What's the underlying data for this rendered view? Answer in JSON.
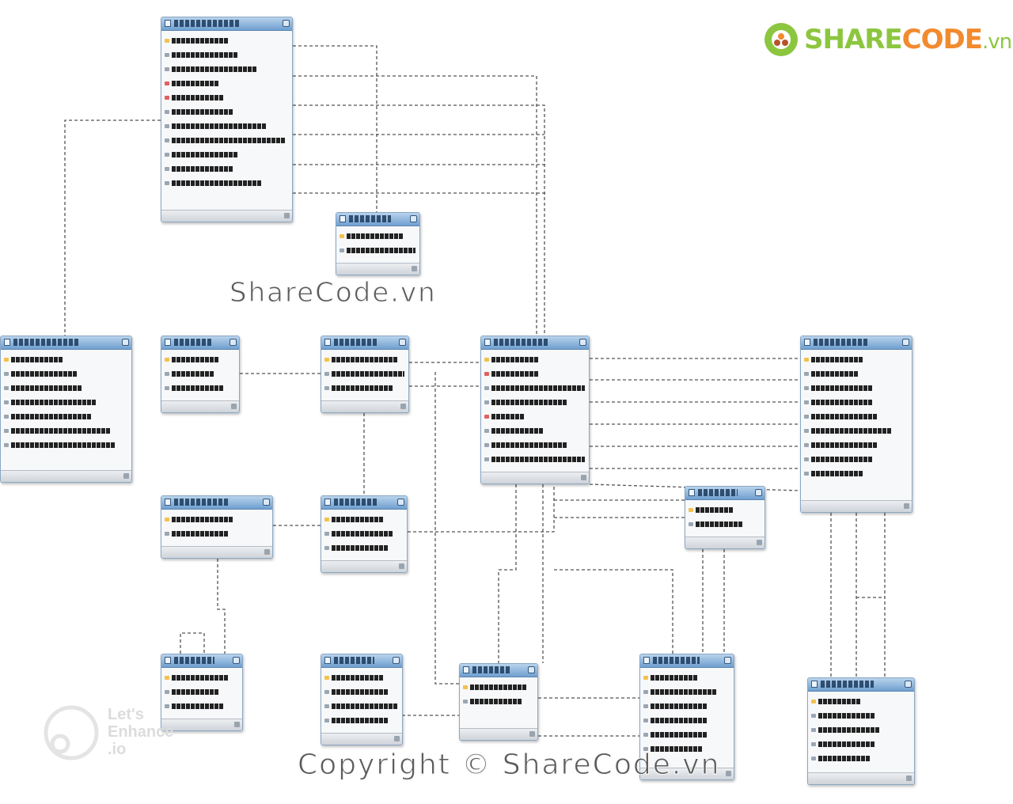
{
  "watermarks": {
    "middle": "ShareCode.vn",
    "copyright": "Copyright © ShareCode.vn",
    "logo_prefix": "SHARE",
    "logo_mid": "CODE",
    "logo_suffix": ".vn",
    "enhance": "Let's\nEnhance\n.io"
  },
  "colors": {
    "header_top": "#b9d3ec",
    "header_bottom": "#6f9fcf",
    "table_border": "#8aa7c4",
    "connector": "#555555",
    "logo_green": "#8cc63f",
    "logo_orange": "#f28a2e"
  },
  "icons": [
    "table-icon",
    "table-close-icon",
    "primary-key-icon",
    "foreign-key-icon",
    "column-icon",
    "logo-icon"
  ],
  "tables": [
    {
      "id": "t1",
      "rows": [
        [
          "pk",
          12
        ],
        [
          "col",
          14
        ],
        [
          "col",
          18
        ],
        [
          "fk",
          10
        ],
        [
          "fk",
          11
        ],
        [
          "col",
          13
        ],
        [
          "col",
          20
        ],
        [
          "col",
          24
        ],
        [
          "col",
          14
        ],
        [
          "col",
          13
        ],
        [
          "col",
          19
        ]
      ]
    },
    {
      "id": "t2",
      "rows": [
        [
          "pk",
          12
        ],
        [
          "col",
          15
        ]
      ]
    },
    {
      "id": "t3",
      "rows": [
        [
          "pk",
          11
        ],
        [
          "col",
          14
        ],
        [
          "col",
          15
        ],
        [
          "col",
          18
        ],
        [
          "col",
          17
        ],
        [
          "col",
          21
        ],
        [
          "col",
          22
        ]
      ]
    },
    {
      "id": "t4",
      "rows": [
        [
          "pk",
          10
        ],
        [
          "col",
          9
        ],
        [
          "col",
          11
        ]
      ]
    },
    {
      "id": "t5",
      "rows": [
        [
          "pk",
          14
        ],
        [
          "col",
          16
        ],
        [
          "col",
          13
        ]
      ]
    },
    {
      "id": "t6",
      "rows": [
        [
          "pk",
          10
        ],
        [
          "fk",
          10
        ],
        [
          "col",
          20
        ],
        [
          "col",
          16
        ],
        [
          "fk",
          7
        ],
        [
          "col",
          11
        ],
        [
          "col",
          16
        ],
        [
          "col",
          20
        ]
      ]
    },
    {
      "id": "t7",
      "rows": [
        [
          "pk",
          11
        ],
        [
          "col",
          10
        ],
        [
          "col",
          13
        ],
        [
          "col",
          13
        ],
        [
          "col",
          14
        ],
        [
          "col",
          17
        ],
        [
          "col",
          14
        ],
        [
          "col",
          13
        ],
        [
          "col",
          11
        ]
      ]
    },
    {
      "id": "t8",
      "rows": [
        [
          "pk",
          13
        ],
        [
          "col",
          12
        ]
      ]
    },
    {
      "id": "t9",
      "rows": [
        [
          "pk",
          11
        ],
        [
          "col",
          13
        ],
        [
          "col",
          12
        ]
      ]
    },
    {
      "id": "t10",
      "rows": [
        [
          "pk",
          8
        ],
        [
          "col",
          10
        ]
      ]
    },
    {
      "id": "t11",
      "rows": [
        [
          "pk",
          12
        ],
        [
          "col",
          10
        ],
        [
          "col",
          11
        ]
      ]
    },
    {
      "id": "t12",
      "rows": [
        [
          "pk",
          11
        ],
        [
          "col",
          12
        ],
        [
          "col",
          14
        ],
        [
          "col",
          12
        ]
      ]
    },
    {
      "id": "t13",
      "rows": [
        [
          "pk",
          12
        ],
        [
          "col",
          11
        ]
      ]
    },
    {
      "id": "t14",
      "rows": [
        [
          "pk",
          10
        ],
        [
          "col",
          14
        ],
        [
          "col",
          12
        ],
        [
          "col",
          12
        ],
        [
          "col",
          12
        ],
        [
          "col",
          11
        ]
      ]
    },
    {
      "id": "t15",
      "rows": [
        [
          "pk",
          9
        ],
        [
          "col",
          12
        ],
        [
          "col",
          13
        ],
        [
          "col",
          12
        ],
        [
          "col",
          11
        ]
      ]
    }
  ]
}
